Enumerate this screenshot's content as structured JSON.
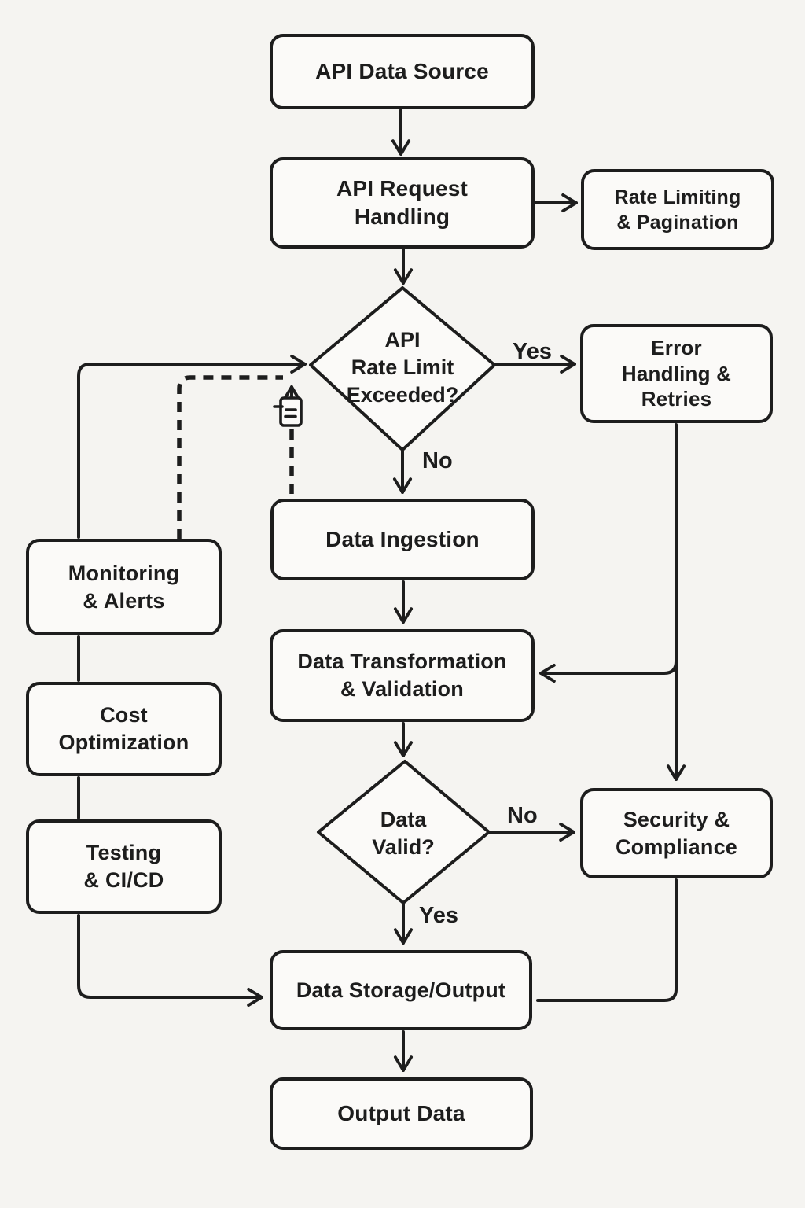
{
  "colors": {
    "background": "#f5f4f1",
    "node_fill": "#fbfaf8",
    "ink": "#1d1d1d"
  },
  "nodes": {
    "api_data_source": {
      "label": "API Data Source"
    },
    "api_request_handling": {
      "label": "API Request\nHandling"
    },
    "rate_limiting_pagination": {
      "label": "Rate Limiting\n& Pagination"
    },
    "rate_limit_decision": {
      "label": "API\nRate Limit\nExceeded?"
    },
    "error_handling_retries": {
      "label": "Error\nHandling &\nRetries"
    },
    "data_ingestion": {
      "label": "Data Ingestion"
    },
    "data_transformation_validation": {
      "label": "Data Transformation\n& Validation"
    },
    "data_valid_decision": {
      "label": "Data\nValid?"
    },
    "security_compliance": {
      "label": "Security &\nCompliance"
    },
    "data_storage_output": {
      "label": "Data Storage/Output"
    },
    "output_data": {
      "label": "Output Data"
    },
    "monitoring_alerts": {
      "label": "Monitoring\n& Alerts"
    },
    "cost_optimization": {
      "label": "Cost\nOptimization"
    },
    "testing_cicd": {
      "label": "Testing\n& CI/CD"
    }
  },
  "edge_labels": {
    "rate_limit_yes": "Yes",
    "rate_limit_no": "No",
    "data_valid_no": "No",
    "data_valid_yes": "Yes"
  },
  "icons": {
    "retry_note": "note-icon"
  }
}
